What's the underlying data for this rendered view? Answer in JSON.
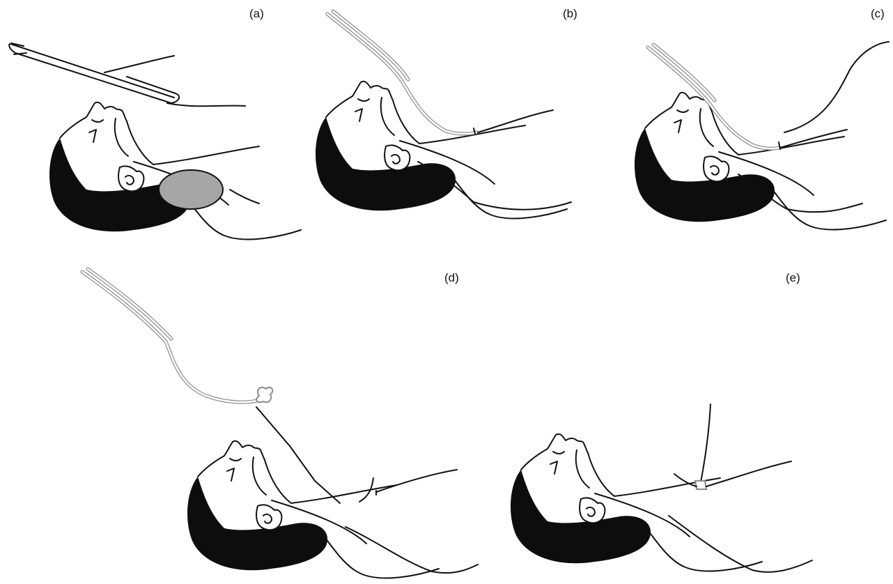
{
  "panels": [
    {
      "label": "(a)",
      "has_pillow": true
    },
    {
      "label": "(b)"
    },
    {
      "label": "(c)"
    },
    {
      "label": "(d)"
    },
    {
      "label": "(e)"
    }
  ],
  "colors": {
    "hair": "#0d0d0d",
    "pillow": "#a6a6a6",
    "tube": "#8a8a8a",
    "line": "#111111"
  }
}
